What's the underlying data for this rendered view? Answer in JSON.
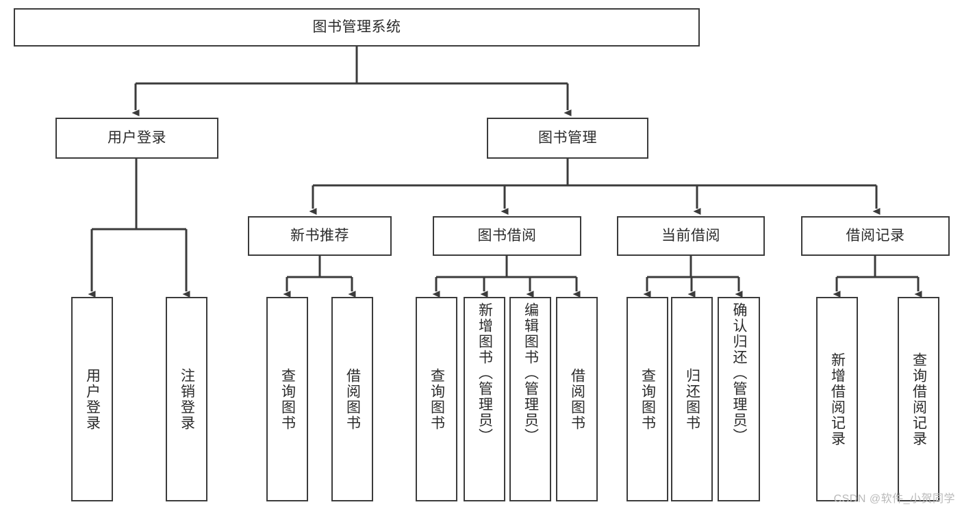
{
  "diagram": {
    "title": "图书管理系统",
    "watermark": "CSDN @软件_小贺同学",
    "type": "tree-hierarchy",
    "orientation": "top-down",
    "stroke_color": "#3b3b3b",
    "text_color": "#2b2b2b",
    "background": "#ffffff",
    "root": {
      "label": "图书管理系统"
    },
    "level1": [
      {
        "label": "用户登录"
      },
      {
        "label": "图书管理"
      }
    ],
    "level2": [
      {
        "label": "新书推荐",
        "parent": "图书管理"
      },
      {
        "label": "图书借阅",
        "parent": "图书管理"
      },
      {
        "label": "当前借阅",
        "parent": "图书管理"
      },
      {
        "label": "借阅记录",
        "parent": "图书管理"
      }
    ],
    "leaves": {
      "user_login": [
        {
          "label": "用户登录"
        },
        {
          "label": "注销登录"
        }
      ],
      "new_book_recommend": [
        {
          "label": "查询图书"
        },
        {
          "label": "借阅图书"
        }
      ],
      "book_borrow": [
        {
          "label": "查询图书"
        },
        {
          "label": "新增图书（管理员）"
        },
        {
          "label": "编辑图书（管理员）"
        },
        {
          "label": "借阅图书"
        }
      ],
      "current_borrow": [
        {
          "label": "查询图书"
        },
        {
          "label": "归还图书"
        },
        {
          "label": "确认归还（管理员）"
        }
      ],
      "borrow_record": [
        {
          "label": "新增借阅记录"
        },
        {
          "label": "查询借阅记录"
        }
      ]
    }
  }
}
